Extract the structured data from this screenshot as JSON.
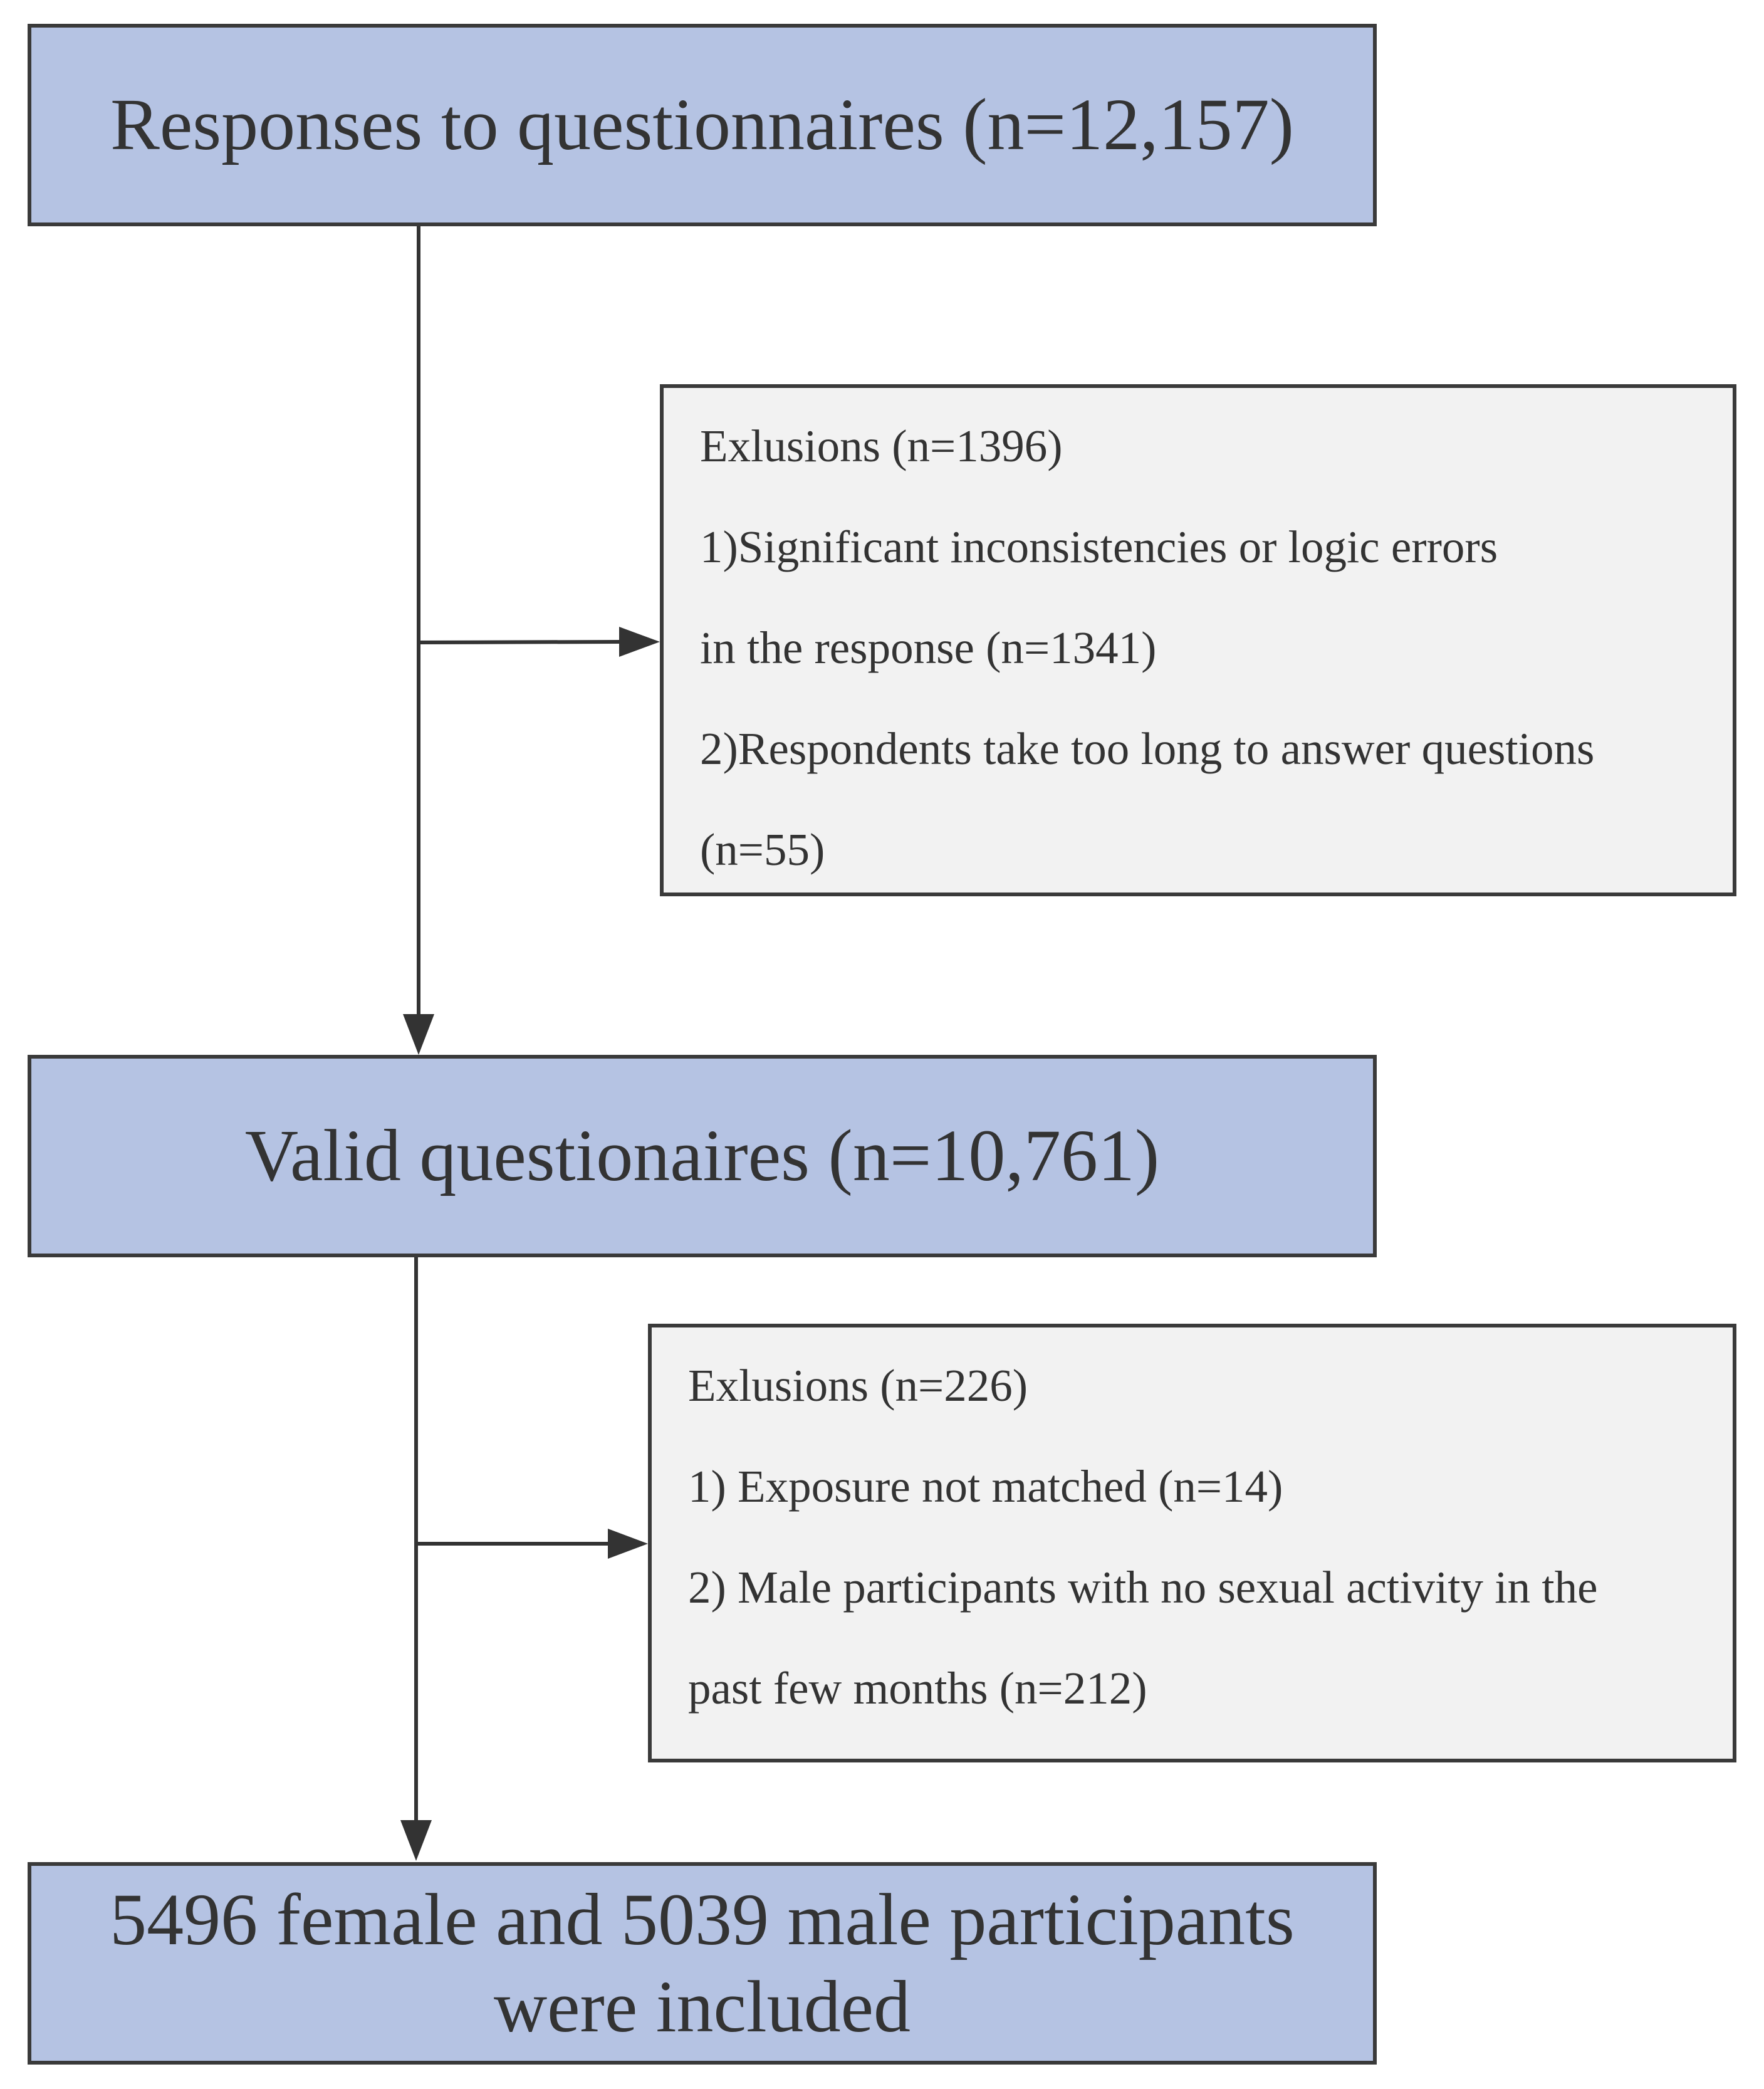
{
  "flow": {
    "step_1": {
      "label": "Responses to questionnaires (n=12,157)"
    },
    "exclusion_1": {
      "lines": [
        "Exlusions (n=1396)",
        "1)Significant inconsistencies or logic errors",
        "in the response (n=1341)",
        "2)Respondents take too long to answer questions",
        "(n=55)"
      ]
    },
    "step_2": {
      "label": "Valid questionaires (n=10,761)"
    },
    "exclusion_2": {
      "lines": [
        "Exlusions (n=226)",
        "1) Exposure not matched (n=14)",
        "2) Male participants with no sexual activity in the",
        "past few months (n=212)"
      ]
    },
    "step_3": {
      "lines": [
        "5496 female and 5039 male participants",
        "were included"
      ]
    }
  },
  "colors": {
    "main_box_fill": "#b5c3e3",
    "exclusion_box_fill": "#f2f2f2",
    "border": "#3a3a3a",
    "text": "#333333"
  }
}
